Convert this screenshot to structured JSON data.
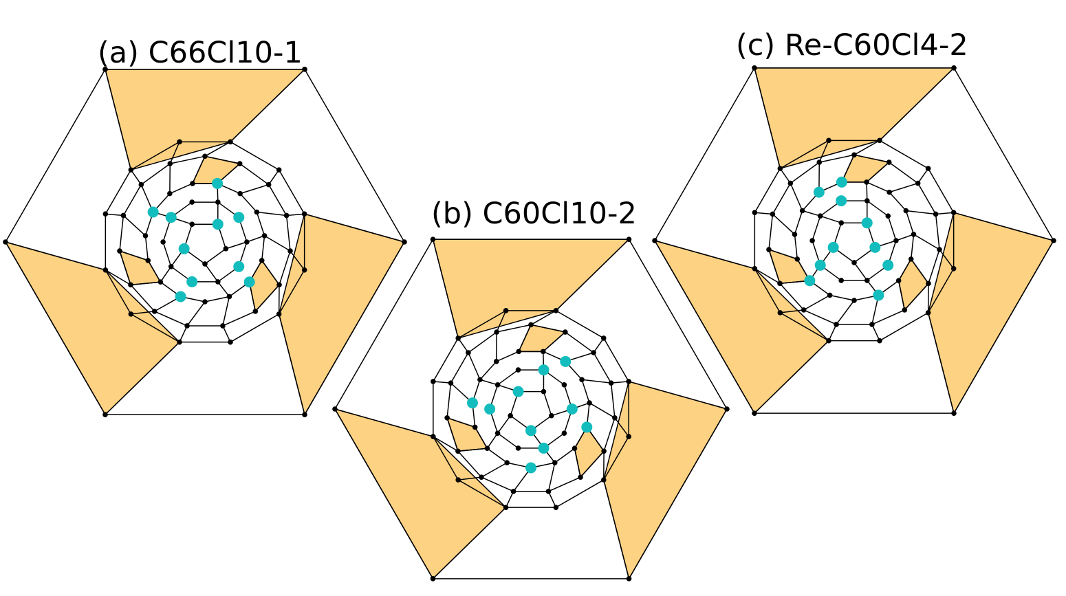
{
  "colors": {
    "highlight_face": "#FDD283",
    "chlorine_atom": "#13BDBD",
    "carbon_atom": "#000000",
    "background": "#FFFFFF"
  },
  "panels": [
    {
      "id": "a",
      "title": "(a) C66Cl10-1",
      "chlorine_count": 10
    },
    {
      "id": "b",
      "title": "(b) C60Cl10-2",
      "chlorine_count": 10
    },
    {
      "id": "c",
      "title": "(c) Re-C60Cl4-2",
      "chlorine_count": 10
    }
  ]
}
